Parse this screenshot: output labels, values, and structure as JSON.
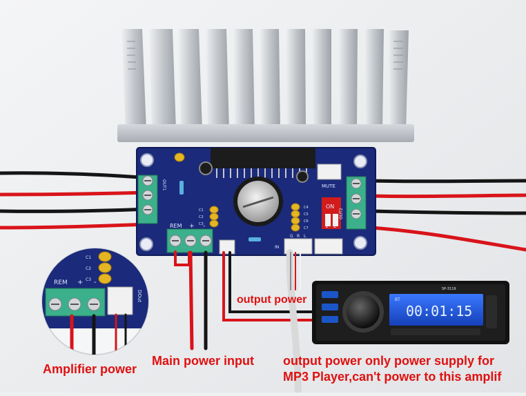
{
  "captions": {
    "output_power": "output power",
    "amplifier_power": "Amplifier power",
    "main_power_input": "Main power input",
    "note_line1": "output power only power supply for",
    "note_line2": "MP3 Player,can't power to this amplif"
  },
  "board_labels": {
    "rem": "REM",
    "plus": "+",
    "minus": "-",
    "mute": "MUTE",
    "on": "ON",
    "switch_1": "1",
    "switch_2": "2",
    "c1": "C1",
    "c2": "C2",
    "c3": "C3",
    "c4": "C4",
    "c5": "C5",
    "c6": "C6",
    "c7": "C7",
    "out1": "OUT1",
    "out2": "OUT2",
    "in": "IN",
    "g": "G",
    "r": "R",
    "l": "L",
    "dout": "DOut"
  },
  "player": {
    "display_time": "00:01:15",
    "brand": "BT",
    "model": "SP-3119"
  },
  "colors": {
    "pcb": "#1b2a7a",
    "heatsink": "#c9ccd0",
    "terminal": "#3bb08a",
    "wire_red": "#d8141a",
    "wire_black": "#151515",
    "caption": "#e01010",
    "lcd": "#1a4fd8"
  }
}
